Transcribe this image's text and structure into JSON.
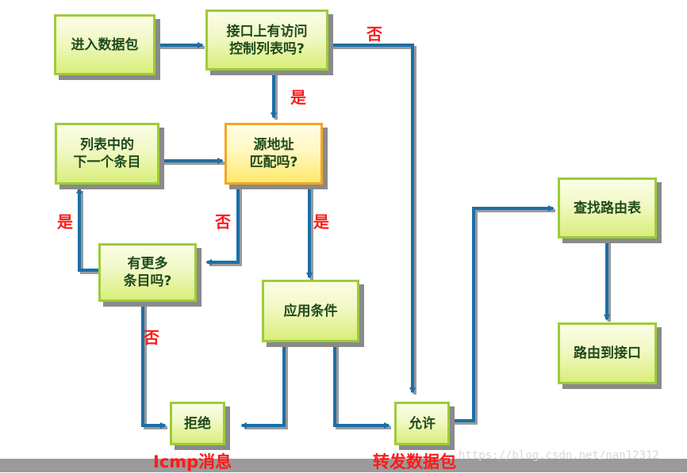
{
  "nodes": {
    "enter_packet": "进入数据包",
    "acl_on_interface": "接口上有访问\n控制列表吗?",
    "source_match": "源地址\n匹配吗?",
    "next_entry": "列表中的\n下一个条目",
    "more_entries": "有更多\n条目吗?",
    "apply_condition": "应用条件",
    "deny": "拒绝",
    "permit": "允许",
    "lookup_route": "查找路由表",
    "route_to_interface": "路由到接口"
  },
  "edge_labels": {
    "acl_no": "否",
    "acl_yes": "是",
    "match_no": "否",
    "match_yes": "是",
    "more_yes": "是",
    "more_no": "否"
  },
  "captions": {
    "deny_caption": "Icmp消息",
    "permit_caption": "转发数据包"
  },
  "watermark": "https://blog.csdn.net/nan12312",
  "colors": {
    "node_border": "#9ccc3a",
    "highlight_border": "#f5a623",
    "arrow": "#1b6fa8",
    "label_red": "#ff1a1a",
    "node_text": "#1e4a1e"
  }
}
